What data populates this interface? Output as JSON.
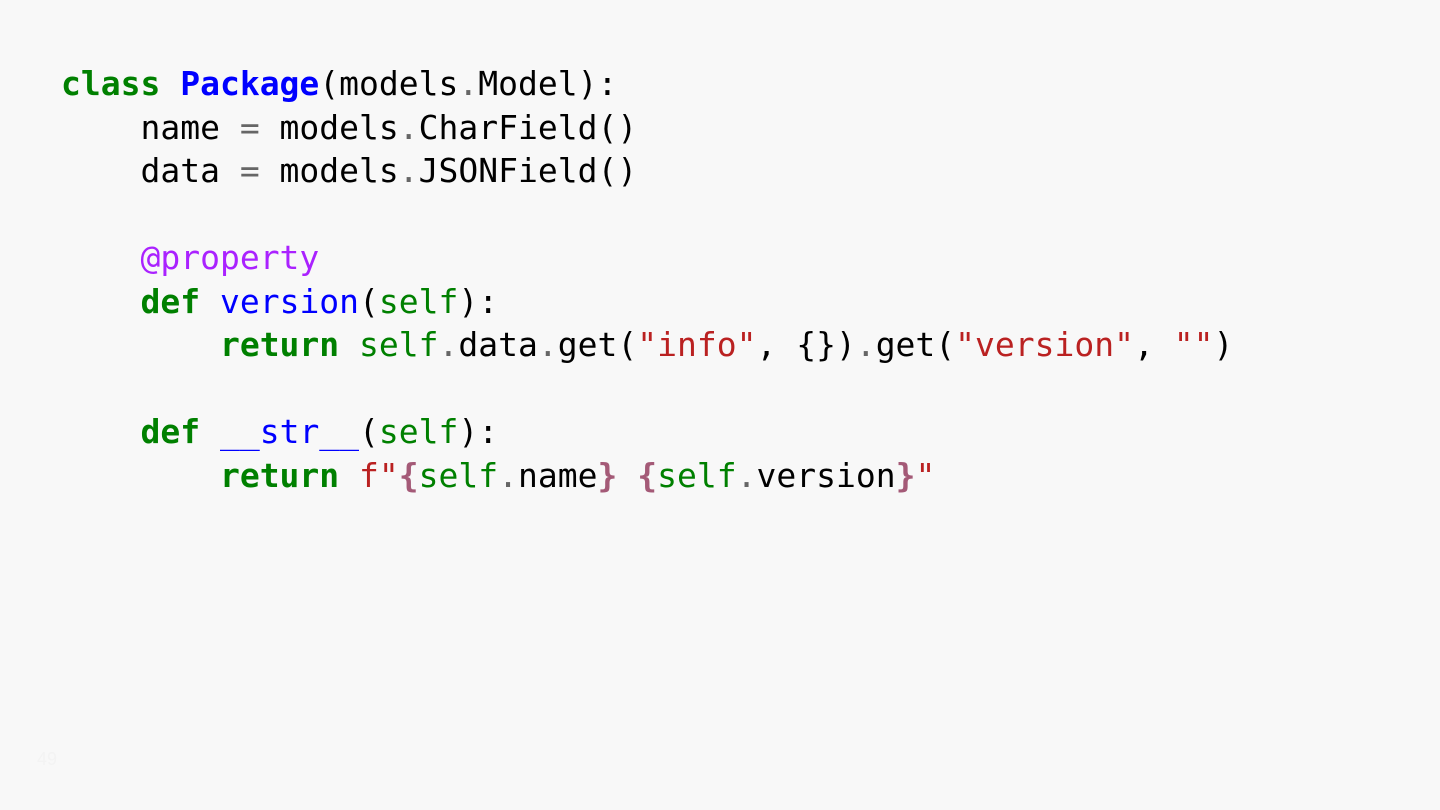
{
  "colors": {
    "background": "#f8f8f8",
    "keyword": "#008000",
    "class_name": "#0000ff",
    "function_name": "#0000ff",
    "builtin": "#008000",
    "decorator": "#aa22ff",
    "string": "#ba2121",
    "interpolation": "#a45a77",
    "operator": "#666666",
    "text": "#000000",
    "slide_number": "#f3f3f3"
  },
  "code": {
    "language": "python",
    "lines": [
      [
        {
          "t": "class",
          "k": "kw"
        },
        {
          "t": " ",
          "k": "plain"
        },
        {
          "t": "Package",
          "k": "cls"
        },
        {
          "t": "(models",
          "k": "plain"
        },
        {
          "t": ".",
          "k": "op"
        },
        {
          "t": "Model):",
          "k": "plain"
        }
      ],
      [
        {
          "t": "    name ",
          "k": "plain"
        },
        {
          "t": "=",
          "k": "op"
        },
        {
          "t": " models",
          "k": "plain"
        },
        {
          "t": ".",
          "k": "op"
        },
        {
          "t": "CharField()",
          "k": "plain"
        }
      ],
      [
        {
          "t": "    data ",
          "k": "plain"
        },
        {
          "t": "=",
          "k": "op"
        },
        {
          "t": " models",
          "k": "plain"
        },
        {
          "t": ".",
          "k": "op"
        },
        {
          "t": "JSONField()",
          "k": "plain"
        }
      ],
      [],
      [
        {
          "t": "    ",
          "k": "plain"
        },
        {
          "t": "@property",
          "k": "dec"
        }
      ],
      [
        {
          "t": "    ",
          "k": "plain"
        },
        {
          "t": "def",
          "k": "kw"
        },
        {
          "t": " ",
          "k": "plain"
        },
        {
          "t": "version",
          "k": "fn"
        },
        {
          "t": "(",
          "k": "plain"
        },
        {
          "t": "self",
          "k": "builtin"
        },
        {
          "t": "):",
          "k": "plain"
        }
      ],
      [
        {
          "t": "        ",
          "k": "plain"
        },
        {
          "t": "return",
          "k": "kw"
        },
        {
          "t": " ",
          "k": "plain"
        },
        {
          "t": "self",
          "k": "builtin"
        },
        {
          "t": ".",
          "k": "op"
        },
        {
          "t": "data",
          "k": "plain"
        },
        {
          "t": ".",
          "k": "op"
        },
        {
          "t": "get(",
          "k": "plain"
        },
        {
          "t": "\"info\"",
          "k": "str"
        },
        {
          "t": ", {})",
          "k": "plain"
        },
        {
          "t": ".",
          "k": "op"
        },
        {
          "t": "get(",
          "k": "plain"
        },
        {
          "t": "\"version\"",
          "k": "str"
        },
        {
          "t": ", ",
          "k": "plain"
        },
        {
          "t": "\"\"",
          "k": "str"
        },
        {
          "t": ")",
          "k": "plain"
        }
      ],
      [],
      [
        {
          "t": "    ",
          "k": "plain"
        },
        {
          "t": "def",
          "k": "kw"
        },
        {
          "t": " ",
          "k": "plain"
        },
        {
          "t": "__str__",
          "k": "fn"
        },
        {
          "t": "(",
          "k": "plain"
        },
        {
          "t": "self",
          "k": "builtin"
        },
        {
          "t": "):",
          "k": "plain"
        }
      ],
      [
        {
          "t": "        ",
          "k": "plain"
        },
        {
          "t": "return",
          "k": "kw"
        },
        {
          "t": " ",
          "k": "plain"
        },
        {
          "t": "f\"",
          "k": "str"
        },
        {
          "t": "{",
          "k": "interp"
        },
        {
          "t": "self",
          "k": "builtin"
        },
        {
          "t": ".",
          "k": "op"
        },
        {
          "t": "name",
          "k": "plain"
        },
        {
          "t": "}",
          "k": "interp"
        },
        {
          "t": " ",
          "k": "str"
        },
        {
          "t": "{",
          "k": "interp"
        },
        {
          "t": "self",
          "k": "builtin"
        },
        {
          "t": ".",
          "k": "op"
        },
        {
          "t": "version",
          "k": "plain"
        },
        {
          "t": "}",
          "k": "interp"
        },
        {
          "t": "\"",
          "k": "str"
        }
      ]
    ]
  },
  "slide": {
    "number": "49"
  }
}
